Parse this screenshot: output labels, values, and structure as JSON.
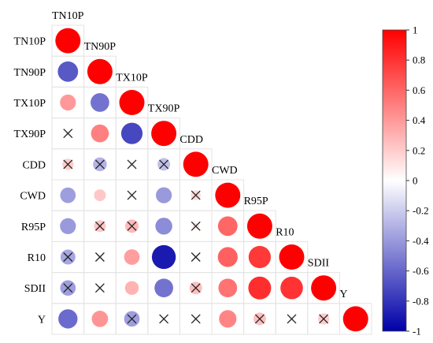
{
  "chart_data": {
    "type": "heatmap",
    "subtype": "correlogram-lower-triangle",
    "variables": [
      "TN10P",
      "TN90P",
      "TX10P",
      "TX90P",
      "CDD",
      "CWD",
      "R95P",
      "R10",
      "SDII",
      "Y"
    ],
    "matrix": [
      [
        1.0
      ],
      [
        -0.65,
        1.0
      ],
      [
        0.4,
        -0.55,
        1.0
      ],
      [
        0.05,
        0.5,
        -0.72,
        1.0
      ],
      [
        0.2,
        -0.3,
        0.05,
        -0.25,
        1.0
      ],
      [
        -0.38,
        0.22,
        0.05,
        -0.4,
        0.15,
        1.0
      ],
      [
        -0.4,
        0.22,
        0.28,
        -0.45,
        0.08,
        0.6,
        1.0
      ],
      [
        -0.35,
        0.05,
        0.38,
        -0.9,
        0.05,
        0.62,
        0.78,
        1.0
      ],
      [
        -0.38,
        0.05,
        0.3,
        -0.55,
        0.25,
        0.55,
        0.82,
        0.8,
        1.0
      ],
      [
        -0.58,
        0.42,
        -0.38,
        0.05,
        0.05,
        0.48,
        0.25,
        0.05,
        0.2,
        1.0
      ]
    ],
    "nonsignificant": [
      [
        3,
        0
      ],
      [
        4,
        0
      ],
      [
        4,
        1
      ],
      [
        4,
        2
      ],
      [
        4,
        3
      ],
      [
        5,
        2
      ],
      [
        5,
        4
      ],
      [
        6,
        1
      ],
      [
        6,
        2
      ],
      [
        6,
        4
      ],
      [
        7,
        0
      ],
      [
        7,
        1
      ],
      [
        7,
        4
      ],
      [
        8,
        0
      ],
      [
        8,
        1
      ],
      [
        8,
        4
      ],
      [
        9,
        2
      ],
      [
        9,
        3
      ],
      [
        9,
        4
      ],
      [
        9,
        6
      ],
      [
        9,
        7
      ],
      [
        9,
        8
      ]
    ],
    "colorbar": {
      "range": [
        -1,
        1
      ],
      "ticks": [
        "1",
        "0.8",
        "0.6",
        "0.4",
        "0.2",
        "0",
        "-0.2",
        "-0.4",
        "-0.6",
        "-0.8",
        "-1"
      ],
      "colors": {
        "low": "#0000a8",
        "mid": "#ffffff",
        "high": "#ff0000"
      }
    },
    "grid": true,
    "legend": "right"
  }
}
